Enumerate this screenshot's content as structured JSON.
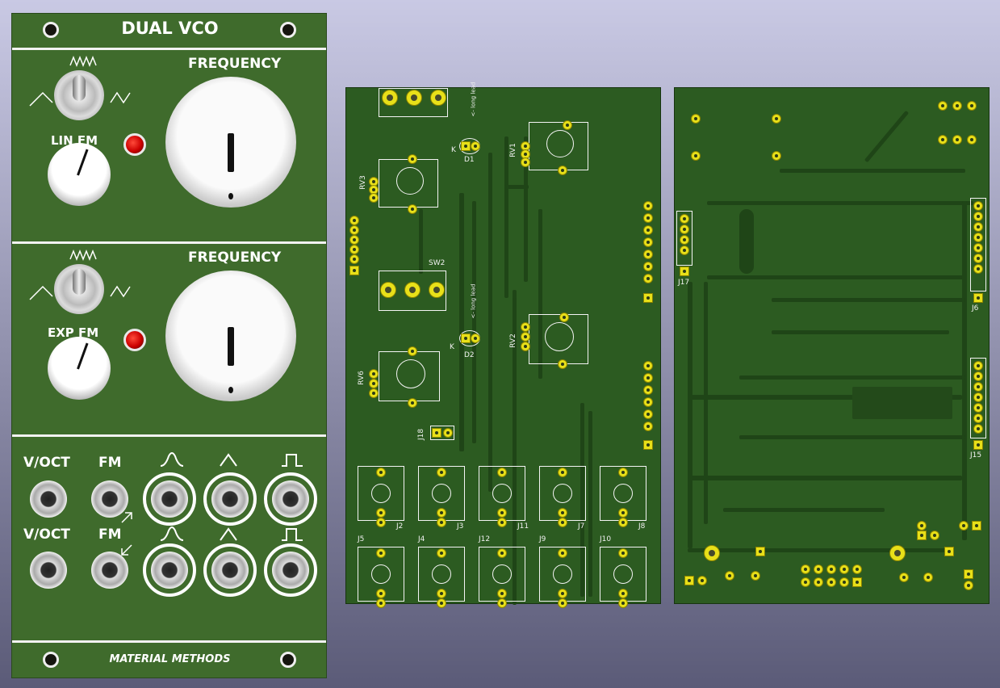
{
  "panel": {
    "title": "DUAL VCO",
    "vco1": {
      "knob_label": "FREQUENCY",
      "fm_label": "LIN FM"
    },
    "vco2": {
      "knob_label": "FREQUENCY",
      "fm_label": "EXP FM"
    },
    "jacks_row1": [
      "V/OCT",
      "FM"
    ],
    "jacks_row2": [
      "V/OCT",
      "FM"
    ],
    "footer": "MATERIAL METHODS"
  },
  "pcb_front": {
    "pots": [
      "RV3",
      "RV1",
      "RV6",
      "RV2"
    ],
    "diodes": [
      "D1",
      "D2"
    ],
    "diode_note": "<- long lead",
    "cathode_mark": "K",
    "switch": "SW2",
    "header": "J18",
    "jacks_top": [
      "J2",
      "J3",
      "J11",
      "J7",
      "J8"
    ],
    "jacks_bottom": [
      "J5",
      "J4",
      "J12",
      "J9",
      "J10"
    ]
  },
  "pcb_back": {
    "headers": [
      "J17",
      "J6",
      "J15"
    ]
  },
  "colors": {
    "panel": "#3f6b2c",
    "pcb": "#2c5b21",
    "pad": "#e8e019",
    "led": "#cc0000"
  }
}
